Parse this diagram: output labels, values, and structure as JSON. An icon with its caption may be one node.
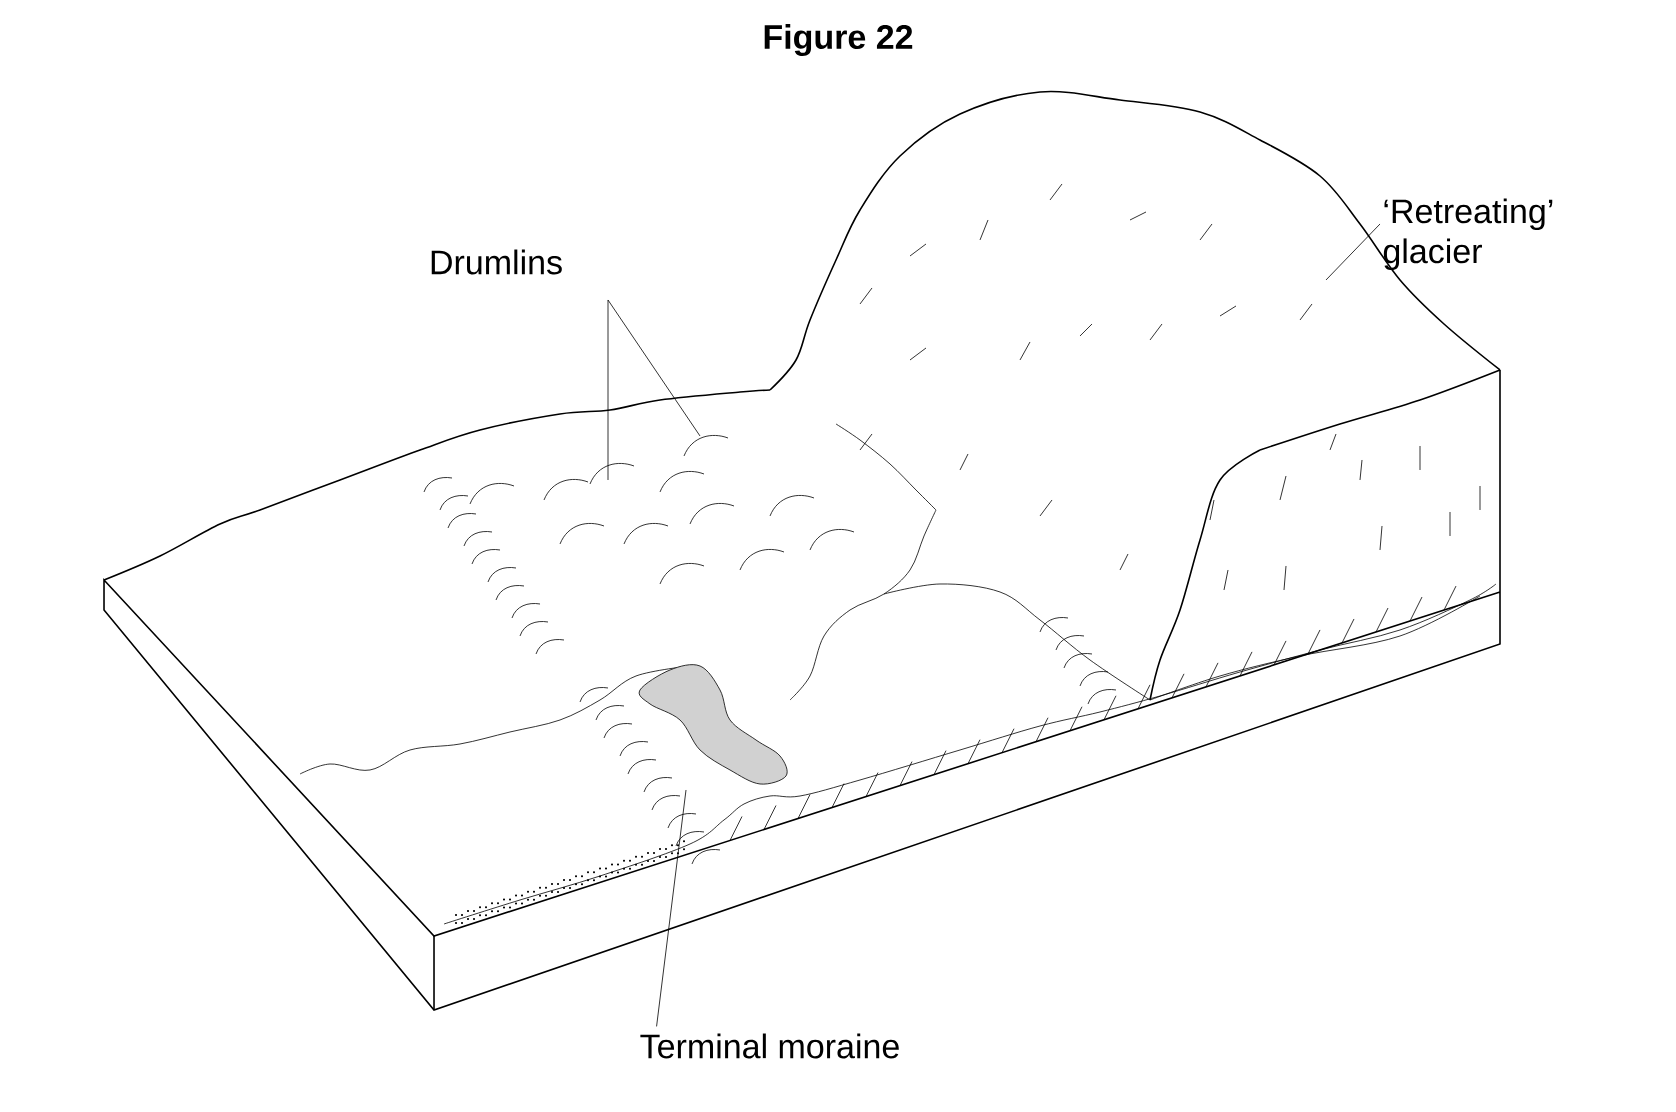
{
  "diagram": {
    "title": "Figure 22",
    "nodes": [
      {
        "text": [
          "Drumlins"
        ]
      },
      {
        "text": [
          "‘Retreating’ glacier"
        ]
      },
      {
        "text": [
          "Terminal moraine"
        ]
      }
    ],
    "edges": [
      {
        "from": 0,
        "to": null,
        "arrow": "none"
      },
      {
        "from": 0,
        "to": null,
        "arrow": "none"
      },
      {
        "from": 1,
        "to": null,
        "arrow": "none"
      },
      {
        "from": 2,
        "to": null,
        "arrow": "none"
      }
    ]
  }
}
